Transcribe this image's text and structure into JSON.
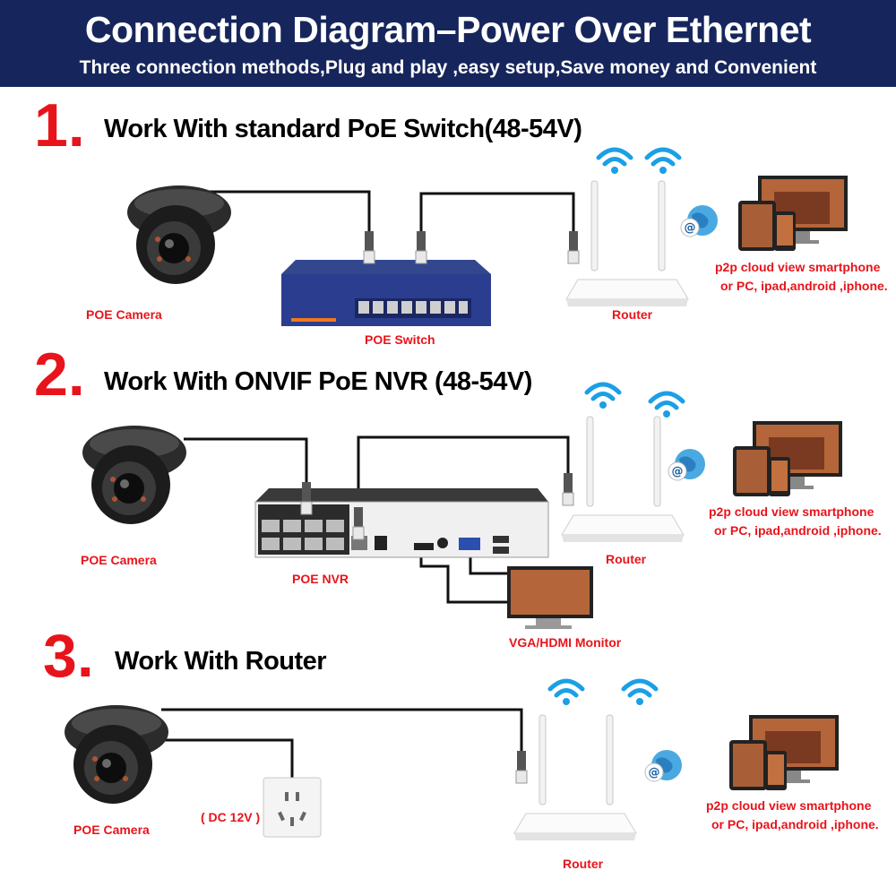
{
  "header": {
    "title": "Connection Diagram–Power Over Ethernet",
    "subtitle": "Three connection methods,Plug and play ,easy setup,Save money and Convenient"
  },
  "sections": [
    {
      "number": "1.",
      "title": "Work With standard PoE Switch(48-54V)",
      "labels": {
        "camera": "POE Camera",
        "switch": "POE Switch",
        "router": "Router",
        "view_line1": "p2p cloud view smartphone",
        "view_line2": "or PC, ipad,android ,iphone."
      }
    },
    {
      "number": "2.",
      "title": "Work With ONVIF PoE NVR (48-54V)",
      "labels": {
        "camera": "POE Camera",
        "nvr": "POE NVR",
        "router": "Router",
        "monitor": "VGA/HDMI Monitor",
        "view_line1": "p2p cloud view smartphone",
        "view_line2": "or PC, ipad,android ,iphone."
      }
    },
    {
      "number": "3.",
      "title": "Work With Router",
      "labels": {
        "camera": "POE Camera",
        "power": "( DC 12V )",
        "router": "Router",
        "view_line1": "p2p cloud view smartphone",
        "view_line2": "or PC, ipad,android ,iphone."
      }
    }
  ],
  "colors": {
    "header_bg": "#16265c",
    "number_red": "#e8141b",
    "label_red": "#e8141b",
    "wifi_blue": "#1aa0e6",
    "switch_blue": "#2a3d8f"
  },
  "icons": [
    "dome-camera-icon",
    "poe-switch-icon",
    "router-icon",
    "wifi-icon",
    "globe-icon",
    "devices-icon",
    "nvr-icon",
    "monitor-icon",
    "power-outlet-icon"
  ]
}
